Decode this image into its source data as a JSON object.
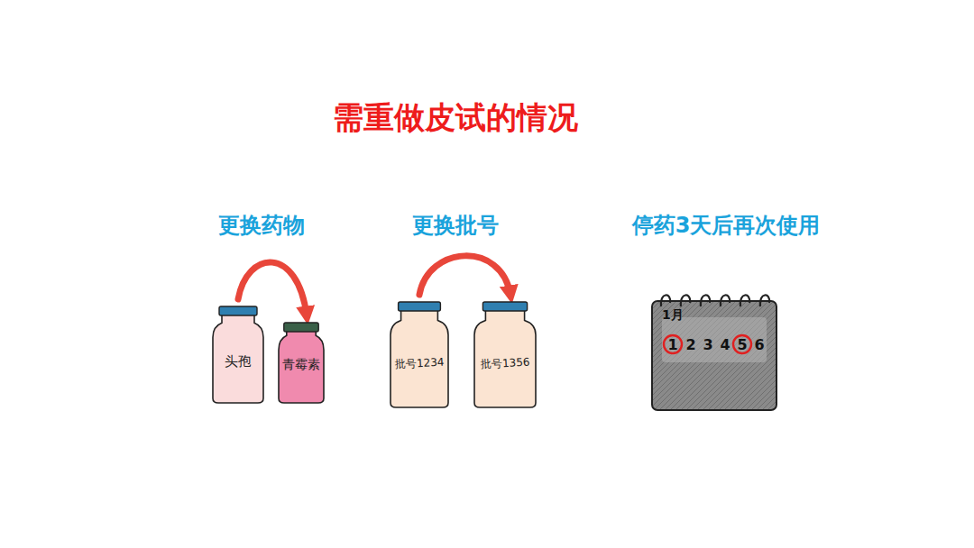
{
  "diagram": {
    "title": "需重做皮试的情况",
    "nodes": [
      {
        "text": [
          "头孢"
        ]
      },
      {
        "text": [
          "青霉素"
        ]
      },
      {
        "text": [
          "批号1234"
        ]
      },
      {
        "text": [
          "批号1356"
        ]
      },
      {
        "text": [
          "1月",
          "1",
          "2",
          "3",
          "4",
          "5",
          "6"
        ]
      }
    ],
    "edges": [
      {
        "from": 0,
        "to": 1,
        "arrow": "to"
      },
      {
        "from": 2,
        "to": 3,
        "arrow": "to"
      }
    ],
    "labels": [
      "更换药物",
      "更换批号",
      "停药3天后再次使用"
    ]
  }
}
